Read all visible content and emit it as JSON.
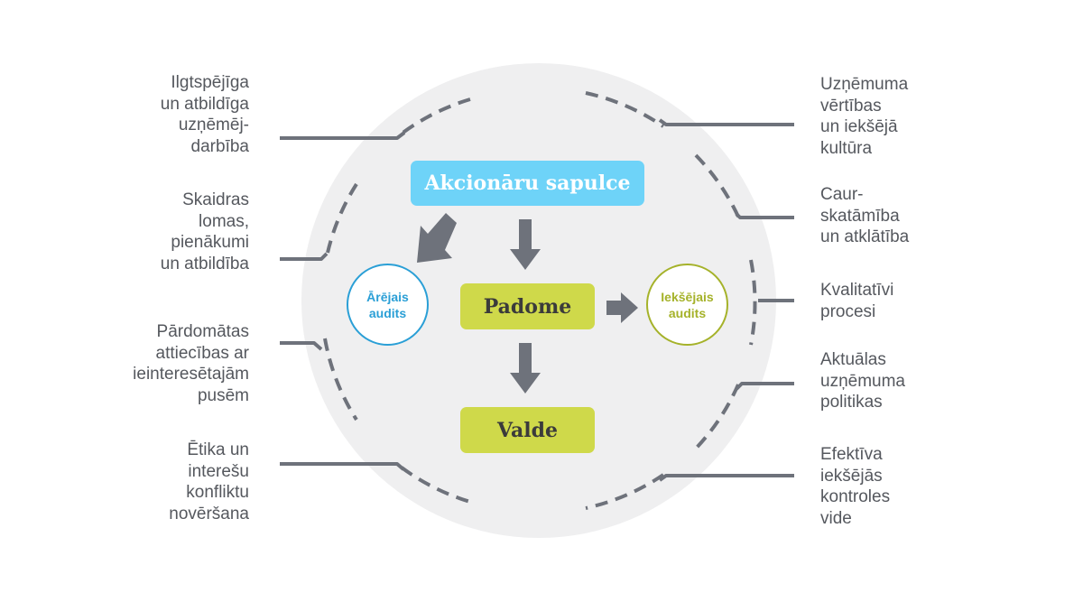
{
  "colors": {
    "circle_bg": "#efeff0",
    "line": "#6e727b",
    "text": "#55585e",
    "top_box": "#6ed3f8",
    "green_box": "#cfd94a",
    "external_audit": "#2a9fd6",
    "internal_audit": "#a5b22a"
  },
  "boxes": {
    "shareholders": "Akcionāru sapulce",
    "board": "Padome",
    "management": "Valde"
  },
  "audits": {
    "external": "Ārējais\naudits",
    "internal": "Iekšējais\naudits"
  },
  "left_labels": [
    "Ilgtspējīga\nun atbildīga\nuzņēmēj-\ndarbība",
    "Skaidras\nlomas,\npienākumi\nun atbildība",
    "Pārdomātas\nattiecības ar\nieinteresētajām\npusēm",
    "Ētika un\ninterešu\nkonfliktu\nnovēršana"
  ],
  "right_labels": [
    "Uzņēmuma\nvērtības\nun iekšējā\nkultūra",
    "Caur-\nskatāmība\nun atklātība",
    "Kvalitatīvi\nprocesi",
    "Aktuālas\nuzņēmuma\npolitikas",
    "Efektīva\niekšējās\nkontroles\nvide"
  ]
}
